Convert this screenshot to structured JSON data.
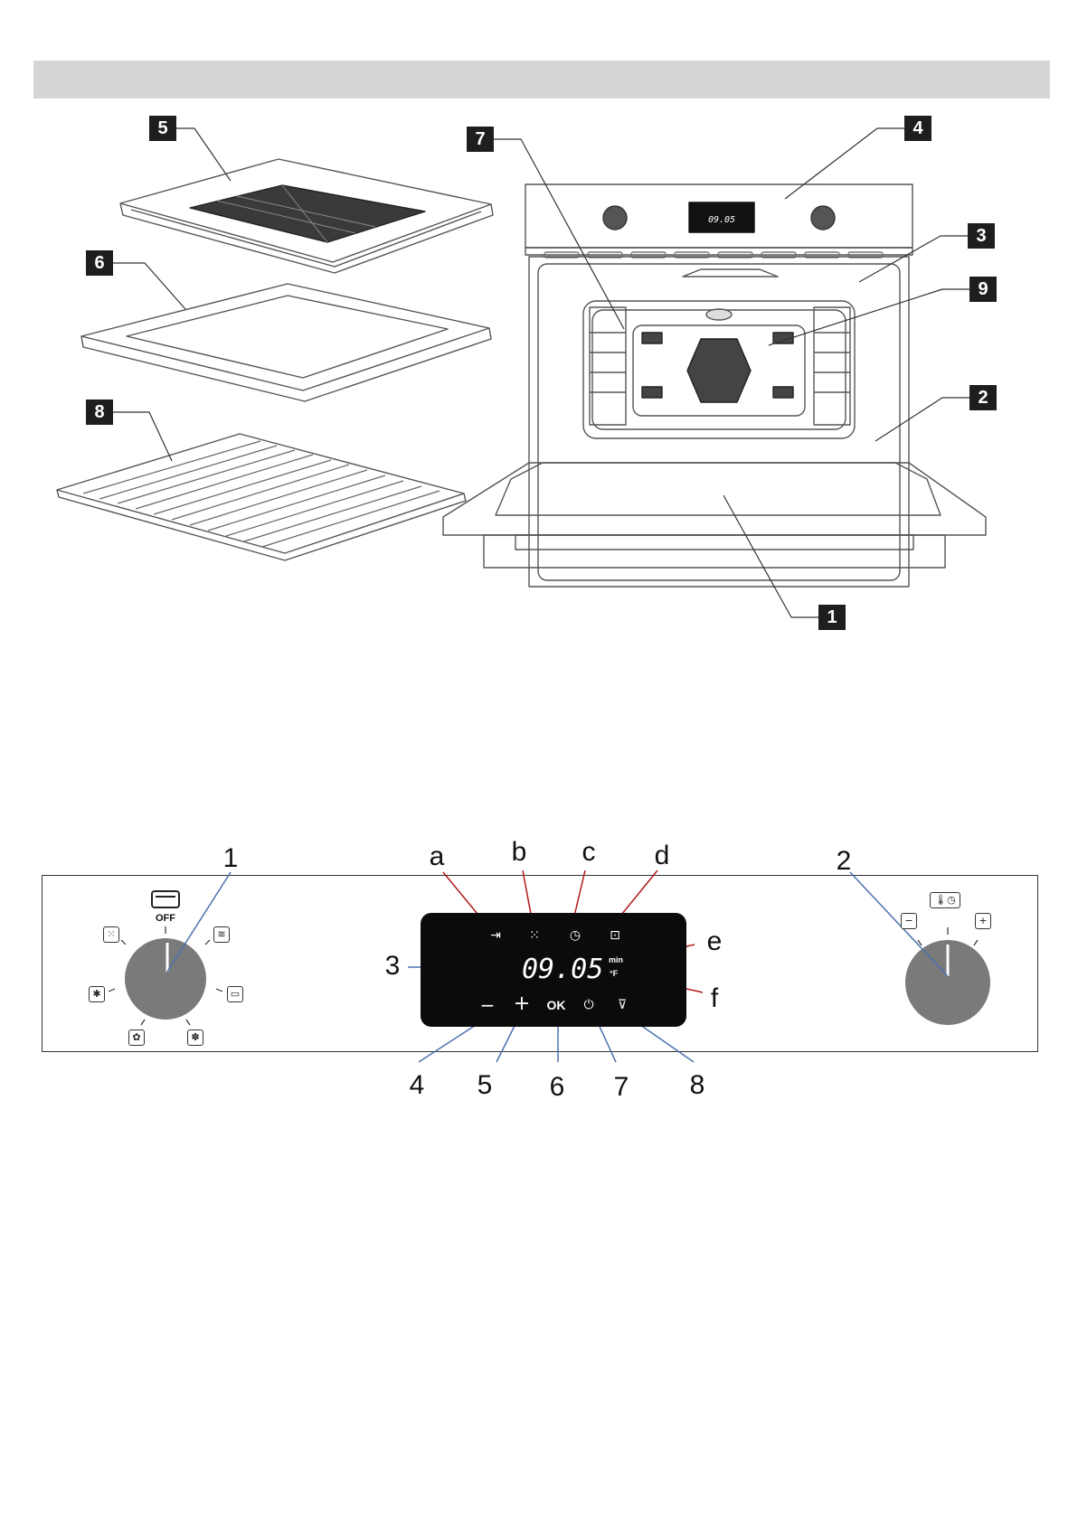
{
  "parts_diagram": {
    "callouts": [
      {
        "id": "5",
        "part": "baking tray with grill insert"
      },
      {
        "id": "6",
        "part": "shallow baking tray"
      },
      {
        "id": "8",
        "part": "wire shelf"
      },
      {
        "id": "7",
        "part": "side rack"
      },
      {
        "id": "4",
        "part": "control panel"
      },
      {
        "id": "3",
        "part": "top vent"
      },
      {
        "id": "9",
        "part": "oven lamp"
      },
      {
        "id": "2",
        "part": "door hinge"
      },
      {
        "id": "1",
        "part": "oven door"
      }
    ],
    "mini_display_time": "09.05"
  },
  "control_panel": {
    "display": {
      "time": "09.05",
      "unit_min": "min",
      "unit_temp": "°F",
      "ok_label": "OK"
    },
    "function_knob": {
      "off_label": "OFF"
    },
    "labels": {
      "n1": "1",
      "n2": "2",
      "n3": "3",
      "n4": "4",
      "n5": "5",
      "n6": "6",
      "n7": "7",
      "n8": "8",
      "a": "a",
      "b": "b",
      "c": "c",
      "d": "d",
      "e": "e",
      "f": "f"
    },
    "icons": {
      "a": "arrow-to-bar-icon",
      "b": "grid-dots-icon",
      "c": "clock-icon",
      "d": "lock-icon",
      "minus": "minus-icon",
      "plus": "plus-icon",
      "power": "power-icon",
      "down": "triangle-down-icon"
    },
    "colors": {
      "display_bg": "#0b0b0b",
      "knob": "#7a7a7a",
      "leader_blue": "#4a72b0",
      "leader_red": "#b01a1a"
    }
  }
}
